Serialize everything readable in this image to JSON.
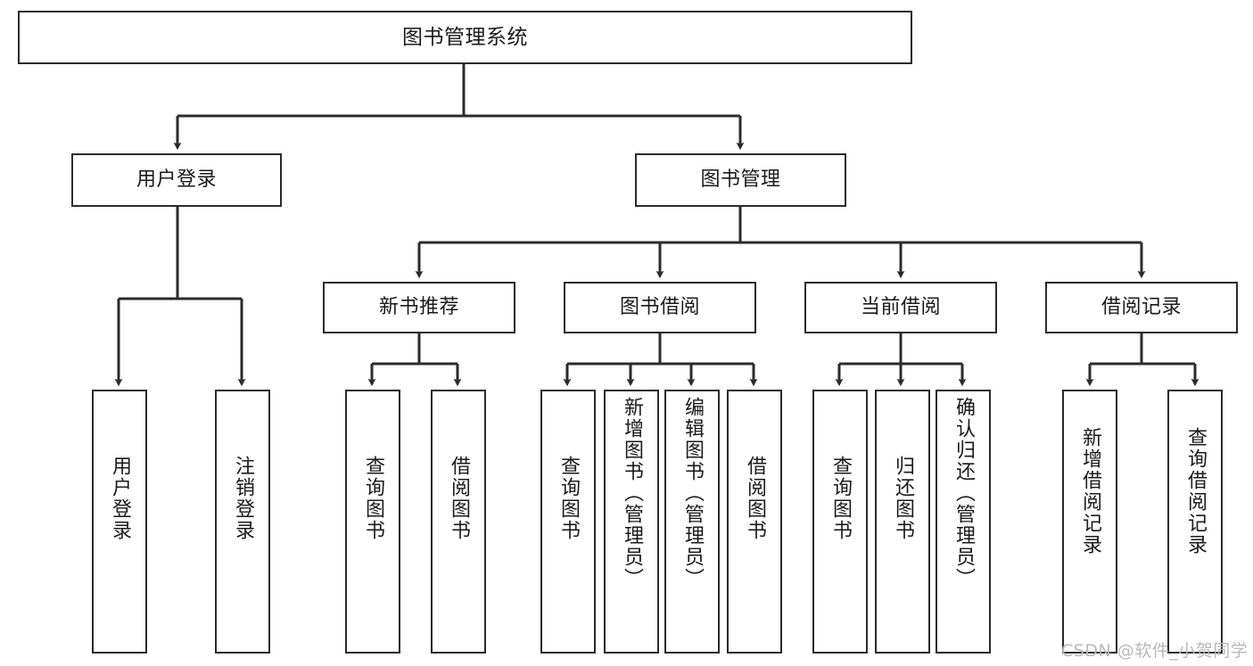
{
  "diagram": {
    "title": "图书管理系统",
    "type": "tree-hierarchy",
    "colors": {
      "border": "#2b2b2b",
      "background": "#ffffff",
      "text": "#1a1a1a",
      "watermark": "#b9b9b9"
    },
    "levels": {
      "root": {
        "label": "图书管理系统"
      },
      "level2": [
        {
          "id": "user-login",
          "label": "用户登录"
        },
        {
          "id": "book-manage",
          "label": "图书管理"
        }
      ],
      "level3": [
        {
          "id": "new-book-recommend",
          "label": "新书推荐",
          "parent": "book-manage"
        },
        {
          "id": "book-borrow",
          "label": "图书借阅",
          "parent": "book-manage"
        },
        {
          "id": "current-borrow",
          "label": "当前借阅",
          "parent": "book-manage"
        },
        {
          "id": "borrow-record",
          "label": "借阅记录",
          "parent": "book-manage"
        }
      ],
      "leaves": [
        {
          "id": "leaf-user-login",
          "label": "用户登录",
          "parent": "user-login"
        },
        {
          "id": "leaf-logout-login",
          "label": "注销登录",
          "parent": "user-login"
        },
        {
          "id": "leaf-query-book-1",
          "label": "查询图书",
          "parent": "new-book-recommend"
        },
        {
          "id": "leaf-borrow-book-1",
          "label": "借阅图书",
          "parent": "new-book-recommend"
        },
        {
          "id": "leaf-query-book-2",
          "label": "查询图书",
          "parent": "book-borrow"
        },
        {
          "id": "leaf-add-book",
          "label": "新增图书（管理员）",
          "parent": "book-borrow"
        },
        {
          "id": "leaf-edit-book",
          "label": "编辑图书（管理员）",
          "parent": "book-borrow"
        },
        {
          "id": "leaf-borrow-book-2",
          "label": "借阅图书",
          "parent": "book-borrow"
        },
        {
          "id": "leaf-query-book-3",
          "label": "查询图书",
          "parent": "current-borrow"
        },
        {
          "id": "leaf-return-book",
          "label": "归还图书",
          "parent": "current-borrow"
        },
        {
          "id": "leaf-confirm-return",
          "label": "确认归还（管理员）",
          "parent": "current-borrow"
        },
        {
          "id": "leaf-add-record",
          "label": "新增借阅记录",
          "parent": "borrow-record"
        },
        {
          "id": "leaf-query-record",
          "label": "查询借阅记录",
          "parent": "borrow-record"
        }
      ]
    },
    "watermark": "CSDN @软件_小贺同学"
  }
}
